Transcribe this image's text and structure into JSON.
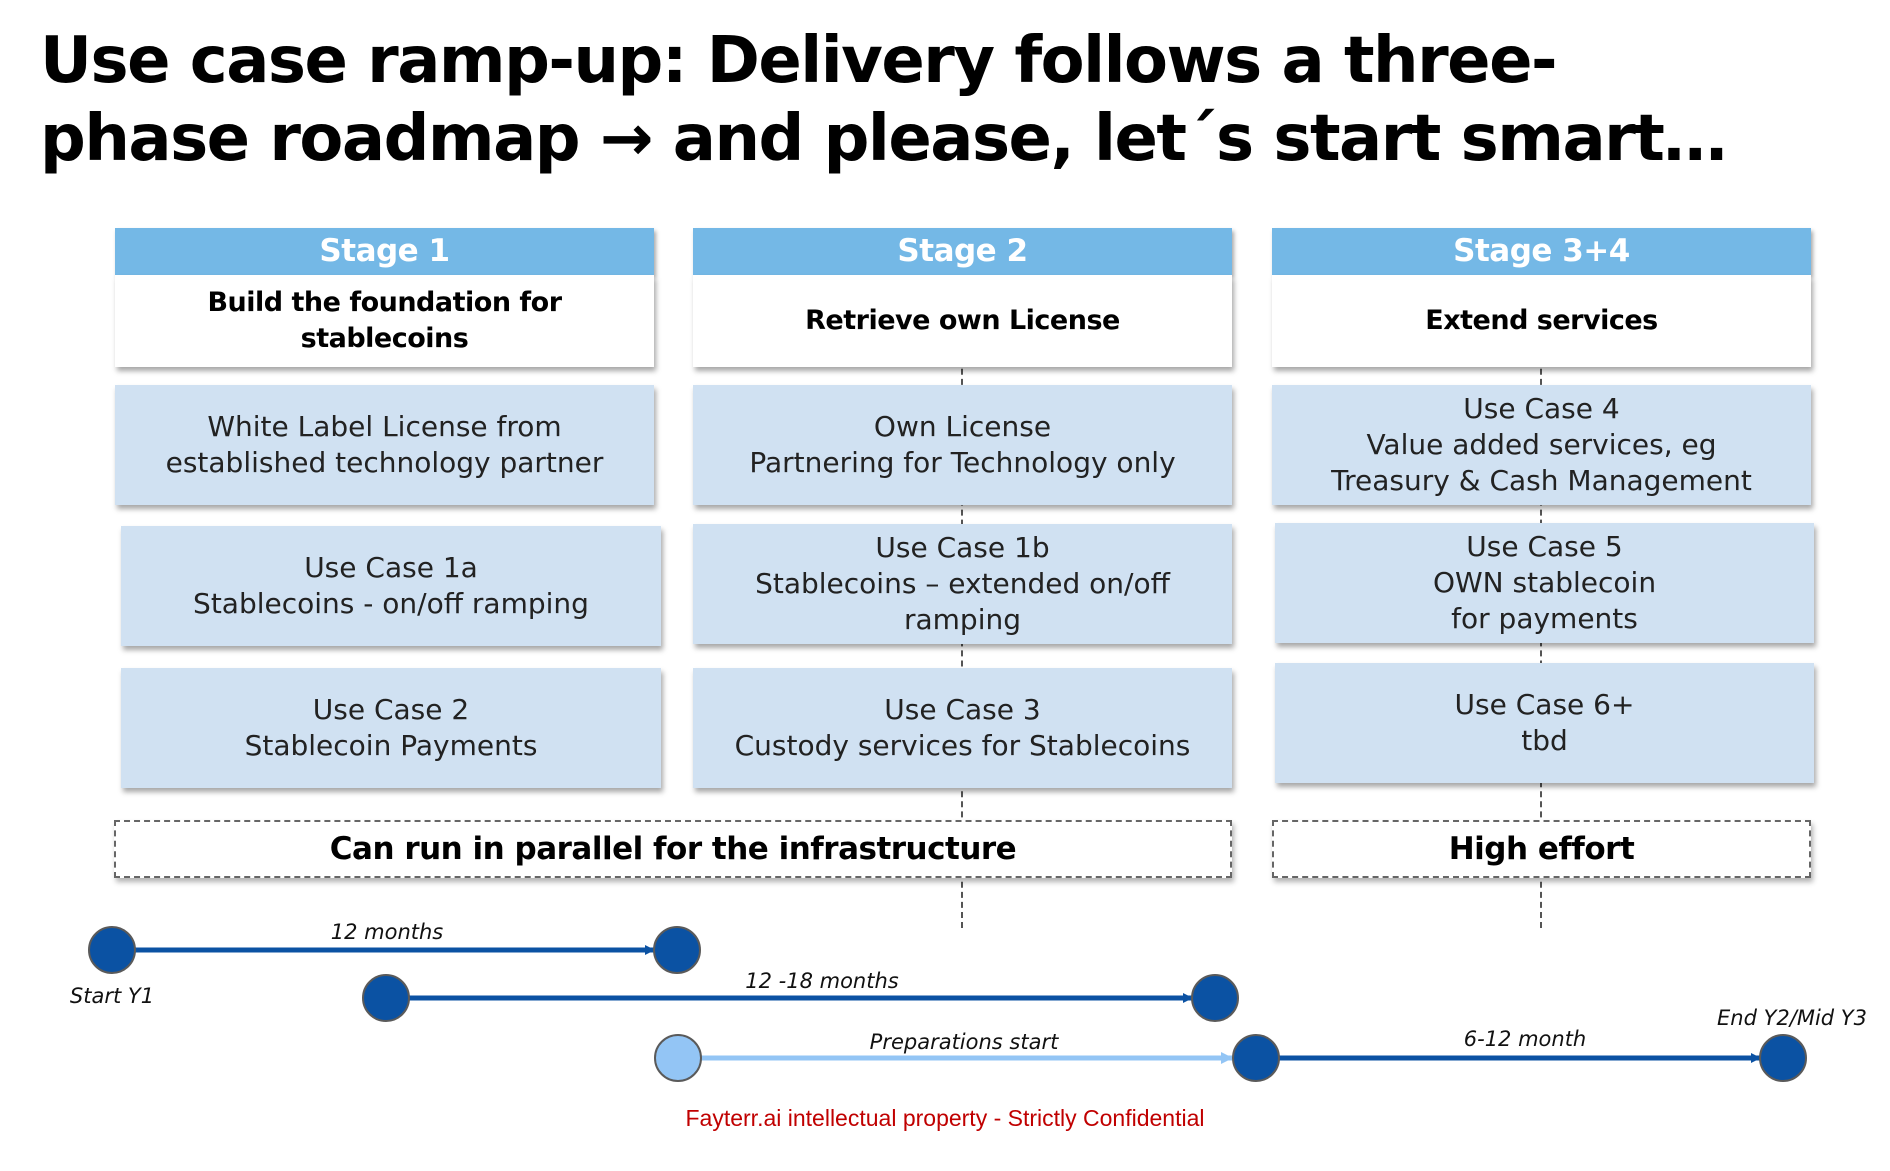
{
  "title": {
    "line1": "Use case ramp-up: Delivery follows a three-",
    "line2": "phase roadmap → and please, let´s start smart…"
  },
  "stages": [
    {
      "header": "Stage 1",
      "subtitle": "Build the foundation for stablecoins",
      "boxes": [
        {
          "lines": [
            "White Label License from",
            "established technology partner"
          ]
        },
        {
          "lines": [
            "Use Case 1a",
            "Stablecoins - on/off ramping"
          ]
        },
        {
          "lines": [
            "Use Case 2",
            "Stablecoin Payments"
          ]
        }
      ]
    },
    {
      "header": "Stage 2",
      "subtitle": "Retrieve own License",
      "boxes": [
        {
          "lines": [
            "Own License",
            "Partnering for Technology only"
          ]
        },
        {
          "lines": [
            "Use Case 1b",
            "Stablecoins – extended on/off",
            "ramping"
          ]
        },
        {
          "lines": [
            "Use Case 3",
            "Custody services for Stablecoins"
          ]
        }
      ]
    },
    {
      "header": "Stage 3+4",
      "subtitle": "Extend services",
      "boxes": [
        {
          "lines": [
            "Use Case 4",
            "Value added services, eg",
            "Treasury & Cash Management"
          ]
        },
        {
          "lines": [
            "Use Case 5",
            "OWN stablecoin",
            "for payments"
          ]
        },
        {
          "lines": [
            "Use Case 6+",
            "tbd"
          ]
        }
      ]
    }
  ],
  "notes": {
    "parallel": "Can run in parallel for the infrastructure",
    "high_effort": "High effort"
  },
  "timeline": {
    "start_label": "Start Y1",
    "end_label": "End Y2/Mid Y3",
    "segments": [
      {
        "label": "12 months",
        "style": "dark"
      },
      {
        "label": "12 -18 months",
        "style": "dark"
      },
      {
        "label": "Preparations start",
        "style": "light"
      },
      {
        "label": "6-12 month",
        "style": "dark"
      }
    ],
    "colors": {
      "dark": "#0B52A3",
      "light": "#93C5F5",
      "node_stroke": "#5A5A5A"
    }
  },
  "colors": {
    "stage_header": "#74B8E6",
    "use_case_fill": "#D0E1F2",
    "footer_text": "#C00000"
  },
  "footer": "Fayterr.ai intellectual property - Strictly Confidential"
}
